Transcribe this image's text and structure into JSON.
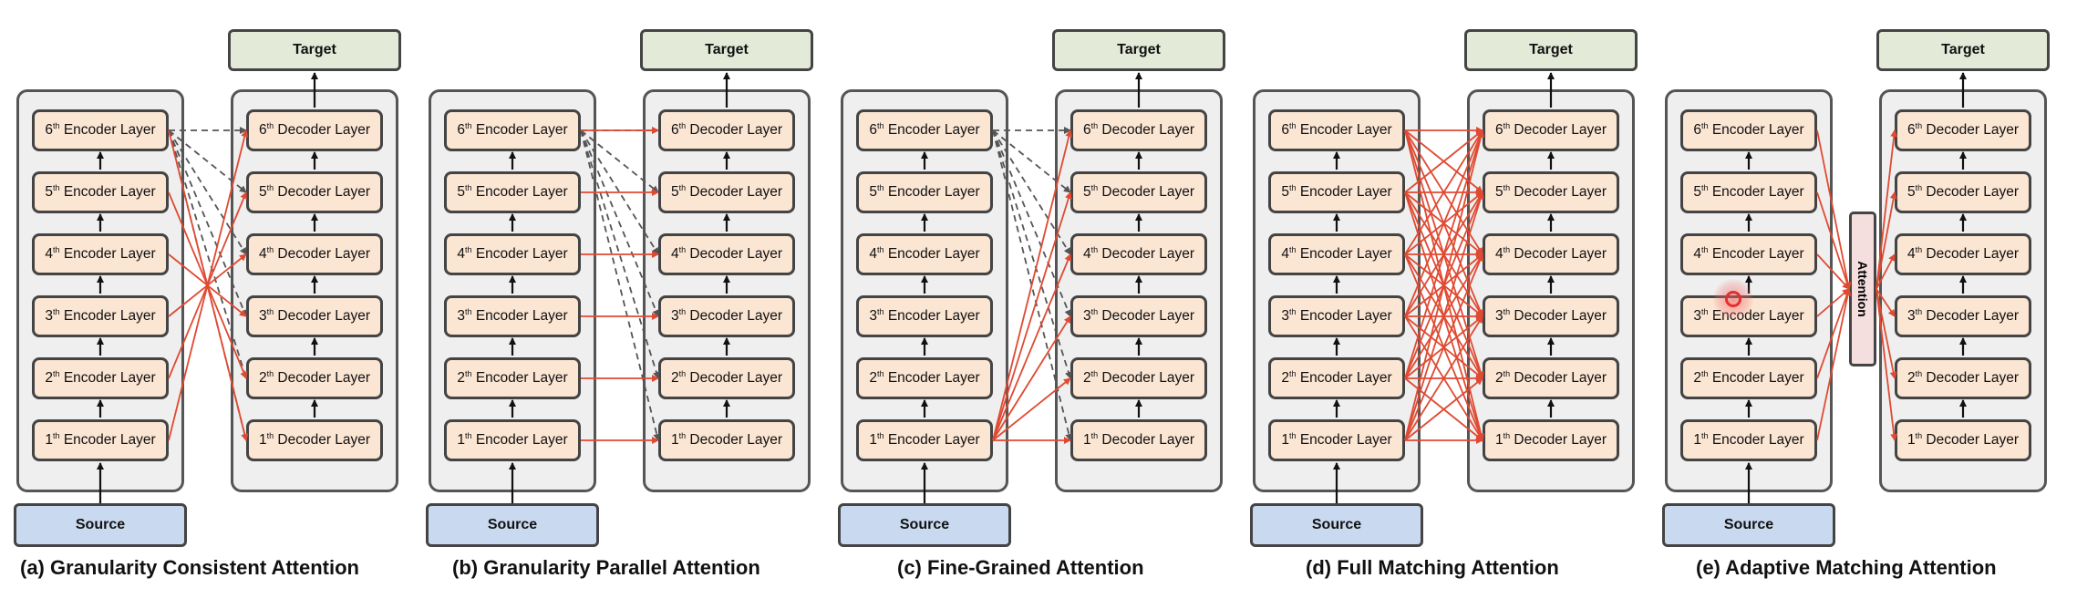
{
  "labels": {
    "source": "Source",
    "target": "Target",
    "encoder_suffix": "Encoder Layer",
    "decoder_suffix": "Decoder Layer",
    "attention": "Attention"
  },
  "ordinals": [
    {
      "num": "1",
      "sup": "th"
    },
    {
      "num": "2",
      "sup": "th"
    },
    {
      "num": "3",
      "sup": "th"
    },
    {
      "num": "4",
      "sup": "th"
    },
    {
      "num": "5",
      "sup": "th"
    },
    {
      "num": "6",
      "sup": "th"
    }
  ],
  "panels": [
    {
      "id": "a",
      "caption": "(a) Granularity Consistent Attention"
    },
    {
      "id": "b",
      "caption": "(b) Granularity Parallel Attention"
    },
    {
      "id": "c",
      "caption": "(c) Fine-Grained Attention"
    },
    {
      "id": "d",
      "caption": "(d) Full Matching Attention"
    },
    {
      "id": "e",
      "caption": "(e) Adaptive Matching Attention"
    }
  ],
  "colors": {
    "encoder_fill": "#fbe5d3",
    "source_fill": "#c9d9ef",
    "target_fill": "#e3ead8",
    "column_fill": "#efefef",
    "attention_fill": "#f4dede",
    "cross_arrow": "#e04a32",
    "dashed_arrow": "#555555",
    "stack_arrow": "#111111"
  },
  "pointer": {
    "icon": "cursor-click-icon"
  }
}
